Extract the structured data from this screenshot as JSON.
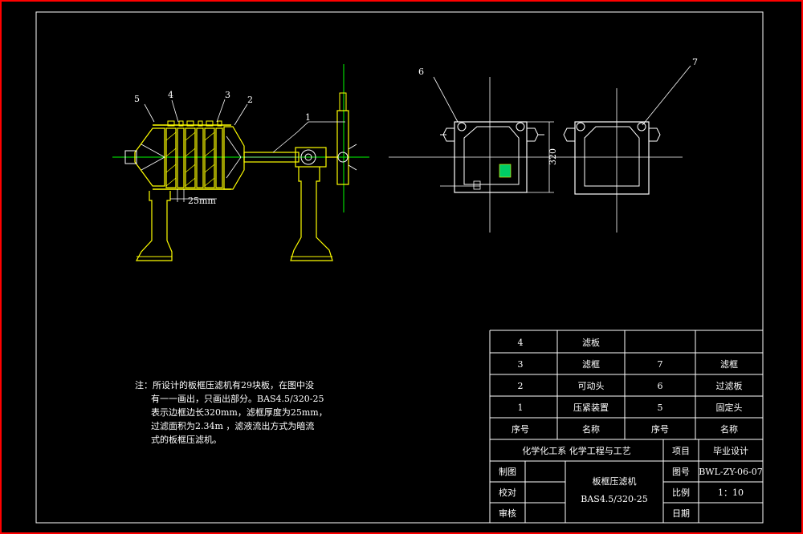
{
  "left_view": {
    "callouts": [
      "5",
      "4",
      "3",
      "2",
      "1"
    ],
    "dimension": "25mm"
  },
  "right_view": {
    "callouts": [
      "6",
      "7"
    ],
    "dimension": "320"
  },
  "note": {
    "lines": [
      "注：所设计的板框压滤机有29块板，在图中没",
      "有一一画出，只画出部分。BAS4.5/320-25",
      "表示边框边长320mm，滤框厚度为25mm，",
      "过滤面积为2.34m  ，滤液流出方式为暗流",
      "式的板框压滤机。"
    ]
  },
  "parts_table": {
    "rows": [
      [
        "4",
        "滤板",
        "",
        ""
      ],
      [
        "3",
        "滤框",
        "7",
        "滤框"
      ],
      [
        "2",
        "可动头",
        "6",
        "过滤板"
      ],
      [
        "1",
        "压紧装置",
        "5",
        "固定头"
      ]
    ],
    "header": [
      "序号",
      "名称",
      "序号",
      "名称"
    ]
  },
  "title_block": {
    "dept": "化学化工系  化学工程与工艺",
    "project_label": "项目",
    "project_value": "毕业设计",
    "drawn_label": "制图",
    "check_label": "校对",
    "review_label": "审核",
    "title_line1": "板框压滤机",
    "title_line2": "BAS4.5/320-25",
    "drawing_no_label": "图号",
    "drawing_no_value": "BWL-ZY-06-07",
    "scale_label": "比例",
    "scale_value": "1：10",
    "date_label": "日期"
  },
  "colors": {
    "frame": "#ffff00",
    "outline": "#ffffff",
    "center_line": "#00ff00",
    "background": "#000000",
    "border_accent": "#ff0000"
  }
}
